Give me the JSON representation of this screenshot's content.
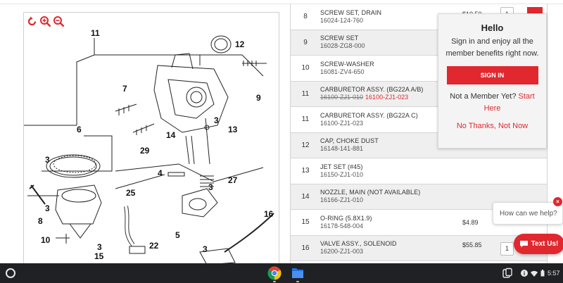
{
  "diagram": {
    "callouts": [
      "11",
      "12",
      "7",
      "9",
      "6",
      "3",
      "29",
      "14",
      "13",
      "3",
      "4",
      "27",
      "3",
      "3",
      "25",
      "5",
      "16",
      "8",
      "3",
      "10",
      "22",
      "3",
      "15"
    ]
  },
  "parts": [
    {
      "ref": "8",
      "name": "SCREW SET, DRAIN",
      "num": "16024-124-760",
      "old_num": "",
      "price": "$10.50",
      "qty": "1"
    },
    {
      "ref": "9",
      "name": "SCREW SET",
      "num": "16028-ZG8-000",
      "old_num": "",
      "price": "",
      "qty": ""
    },
    {
      "ref": "10",
      "name": "SCREW-WASHER",
      "num": "16081-ZV4-650",
      "old_num": "",
      "price": "",
      "qty": ""
    },
    {
      "ref": "11",
      "name": "CARBURETOR ASSY. (BG22A A/B)",
      "num": "16100-ZJ1-023",
      "old_num": "16100-ZJ1-010",
      "price": "",
      "qty": ""
    },
    {
      "ref": "11",
      "name": "CARBURETOR ASSY. (BG22A C)",
      "num": "16100-ZJ1-023",
      "old_num": "",
      "price": "",
      "qty": ""
    },
    {
      "ref": "12",
      "name": "CAP, CHOKE DUST",
      "num": "16148-141-881",
      "old_num": "",
      "price": "",
      "qty": ""
    },
    {
      "ref": "13",
      "name": "JET SET (#45)",
      "num": "16150-ZJ1-010",
      "old_num": "",
      "price": "",
      "qty": ""
    },
    {
      "ref": "14",
      "name": "NOZZLE, MAIN (NOT AVAILABLE)",
      "num": "16166-ZJ1-010",
      "old_num": "",
      "price": "",
      "qty": ""
    },
    {
      "ref": "15",
      "name": "O-RING (5.8X1.9)",
      "num": "16178-548-004",
      "old_num": "",
      "price": "$4.89",
      "qty": ""
    },
    {
      "ref": "16",
      "name": "VALVE ASSY., SOLENOID",
      "num": "16200-ZJ1-003",
      "old_num": "",
      "price": "$55.85",
      "qty": "1"
    }
  ],
  "popup": {
    "title": "Hello",
    "message": "Sign in and enjoy all the member benefits right now.",
    "signin_label": "SIGN IN",
    "member_prompt": "Not a Member Yet?",
    "start_label": "Start Here",
    "no_thanks_label": "No Thanks, Not Now"
  },
  "chat": {
    "bubble_text": "How can we help?",
    "close_label": "×",
    "text_us_label": "Text Us!"
  },
  "taskbar": {
    "clock": "5:57"
  },
  "colors": {
    "accent": "#e0282e",
    "taskbar": "#202124"
  }
}
